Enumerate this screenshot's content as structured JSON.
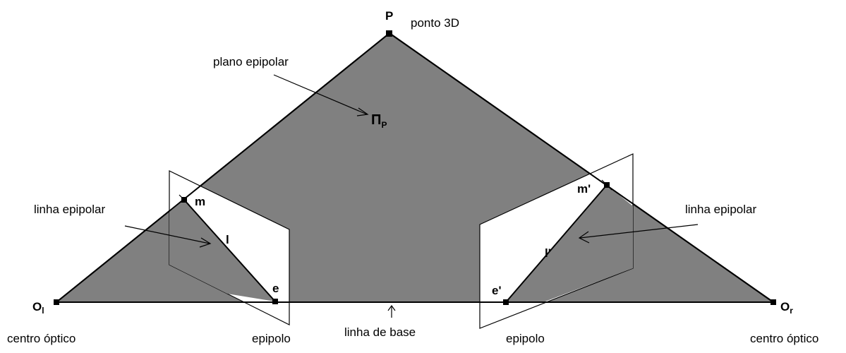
{
  "points": {
    "P": "P",
    "m": "m",
    "m_prime": "m'",
    "l": "l",
    "l_prime": "l'",
    "e": "e",
    "e_prime": "e'",
    "O_left_base": "O",
    "O_left_sub": "l",
    "O_right_base": "O",
    "O_right_sub": "r",
    "Pi_base": "Π",
    "Pi_sub": "P"
  },
  "labels": {
    "ponto_3d": "ponto 3D",
    "plano_epipolar": "plano epipolar",
    "linha_epipolar_left": "linha epipolar",
    "linha_epipolar_right": "linha epipolar",
    "centro_optico_left": "centro óptico",
    "centro_optico_right": "centro óptico",
    "epipolo_left": "epipolo",
    "epipolo_right": "epipolo",
    "linha_de_base": "linha de base"
  },
  "colors": {
    "plane_fill": "#808080",
    "image_plane_fill": "#ffffff",
    "line": "#000000"
  }
}
